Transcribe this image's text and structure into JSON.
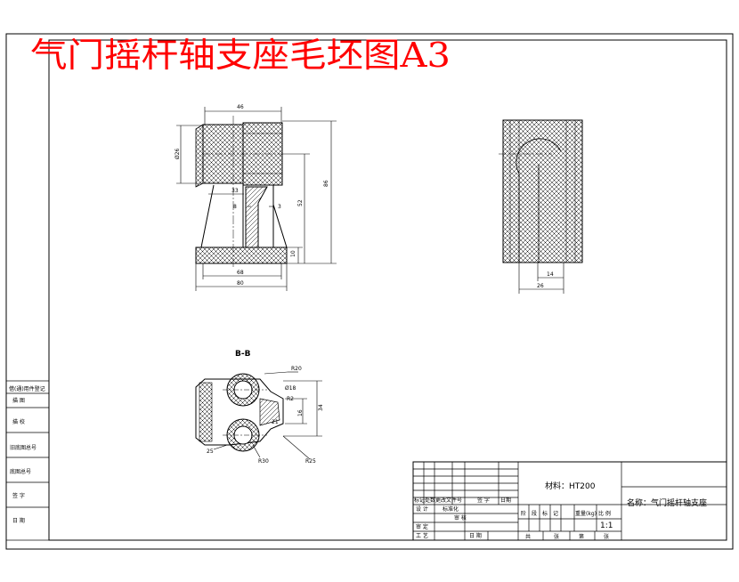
{
  "title": "气门摇杆轴支座毛坯图A3",
  "title_color": "#ff0000",
  "section_label": "B-B",
  "title_block": {
    "material": "材料：HT200",
    "name": "名称：气门摇杆轴支座",
    "scale": "1:1",
    "scale_label": "比 例",
    "weight_label": "重量(kg)",
    "mark_labels": [
      "阶",
      "段",
      "标",
      "记"
    ],
    "rev_headers": [
      "标记",
      "处数",
      "更改文件号",
      "签 字",
      "日期"
    ],
    "design": "设 计",
    "standard": "标准化",
    "review": "审 核",
    "audit": "审 定",
    "process": "工 艺",
    "date": "日 期",
    "sheets": [
      "共",
      "张",
      "第",
      "张"
    ]
  },
  "side_labels": [
    "借(通)用件登记",
    "描 图",
    "描 校",
    "旧底图总号",
    "底图总号",
    "签 字",
    "日 期"
  ],
  "dimensions": {
    "front_top": "46",
    "front_left_v": "Ø26",
    "front_height": "86",
    "front_mid": "52",
    "front_small_v": "10",
    "front_inner": "33",
    "front_r1": "8",
    "front_r2": "3",
    "front_base_inner": "68",
    "front_base": "80",
    "side_w1": "14",
    "side_w2": "26",
    "sec_r20": "R20",
    "sec_phi18": "Ø18",
    "sec_34": "34",
    "sec_16": "16",
    "sec_21": "21",
    "sec_r25": "R25",
    "sec_r30": "R30",
    "sec_25": "25",
    "sec_r2": "R2"
  }
}
